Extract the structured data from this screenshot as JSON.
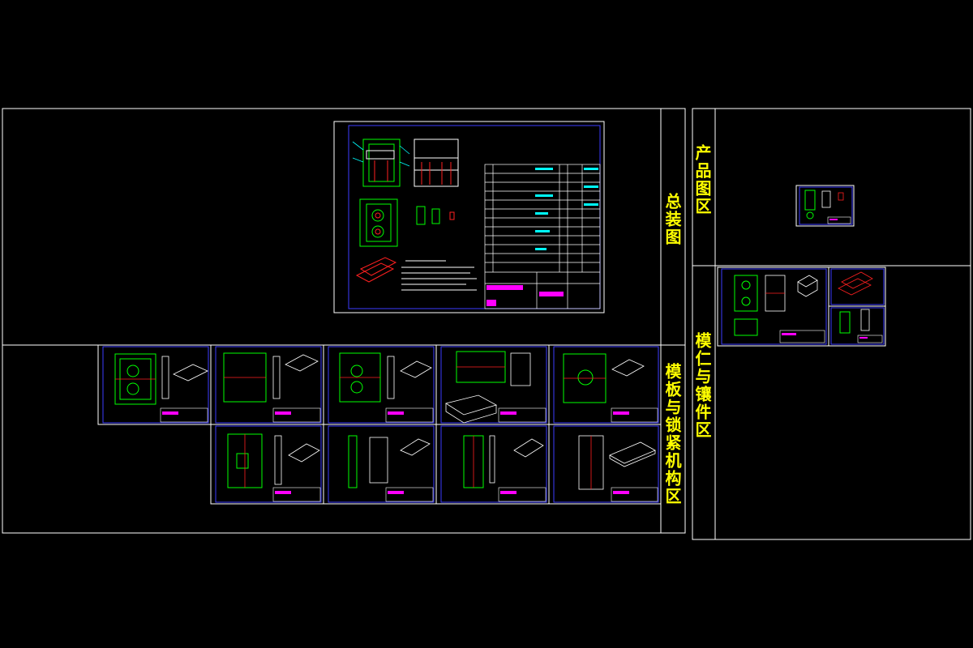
{
  "zones": {
    "assembly": "总装图",
    "plates": "模板与锁紧机构区",
    "product": "产品图区",
    "core_insert": "模仁与镶件区"
  },
  "colors": {
    "background": "#000000",
    "frame": "#ffffff",
    "sheet_border": "#3c3cff",
    "label": "#ffff00",
    "green": "#00ff00",
    "red": "#ff2020",
    "cyan": "#00ffff",
    "magenta": "#ff00ff"
  }
}
